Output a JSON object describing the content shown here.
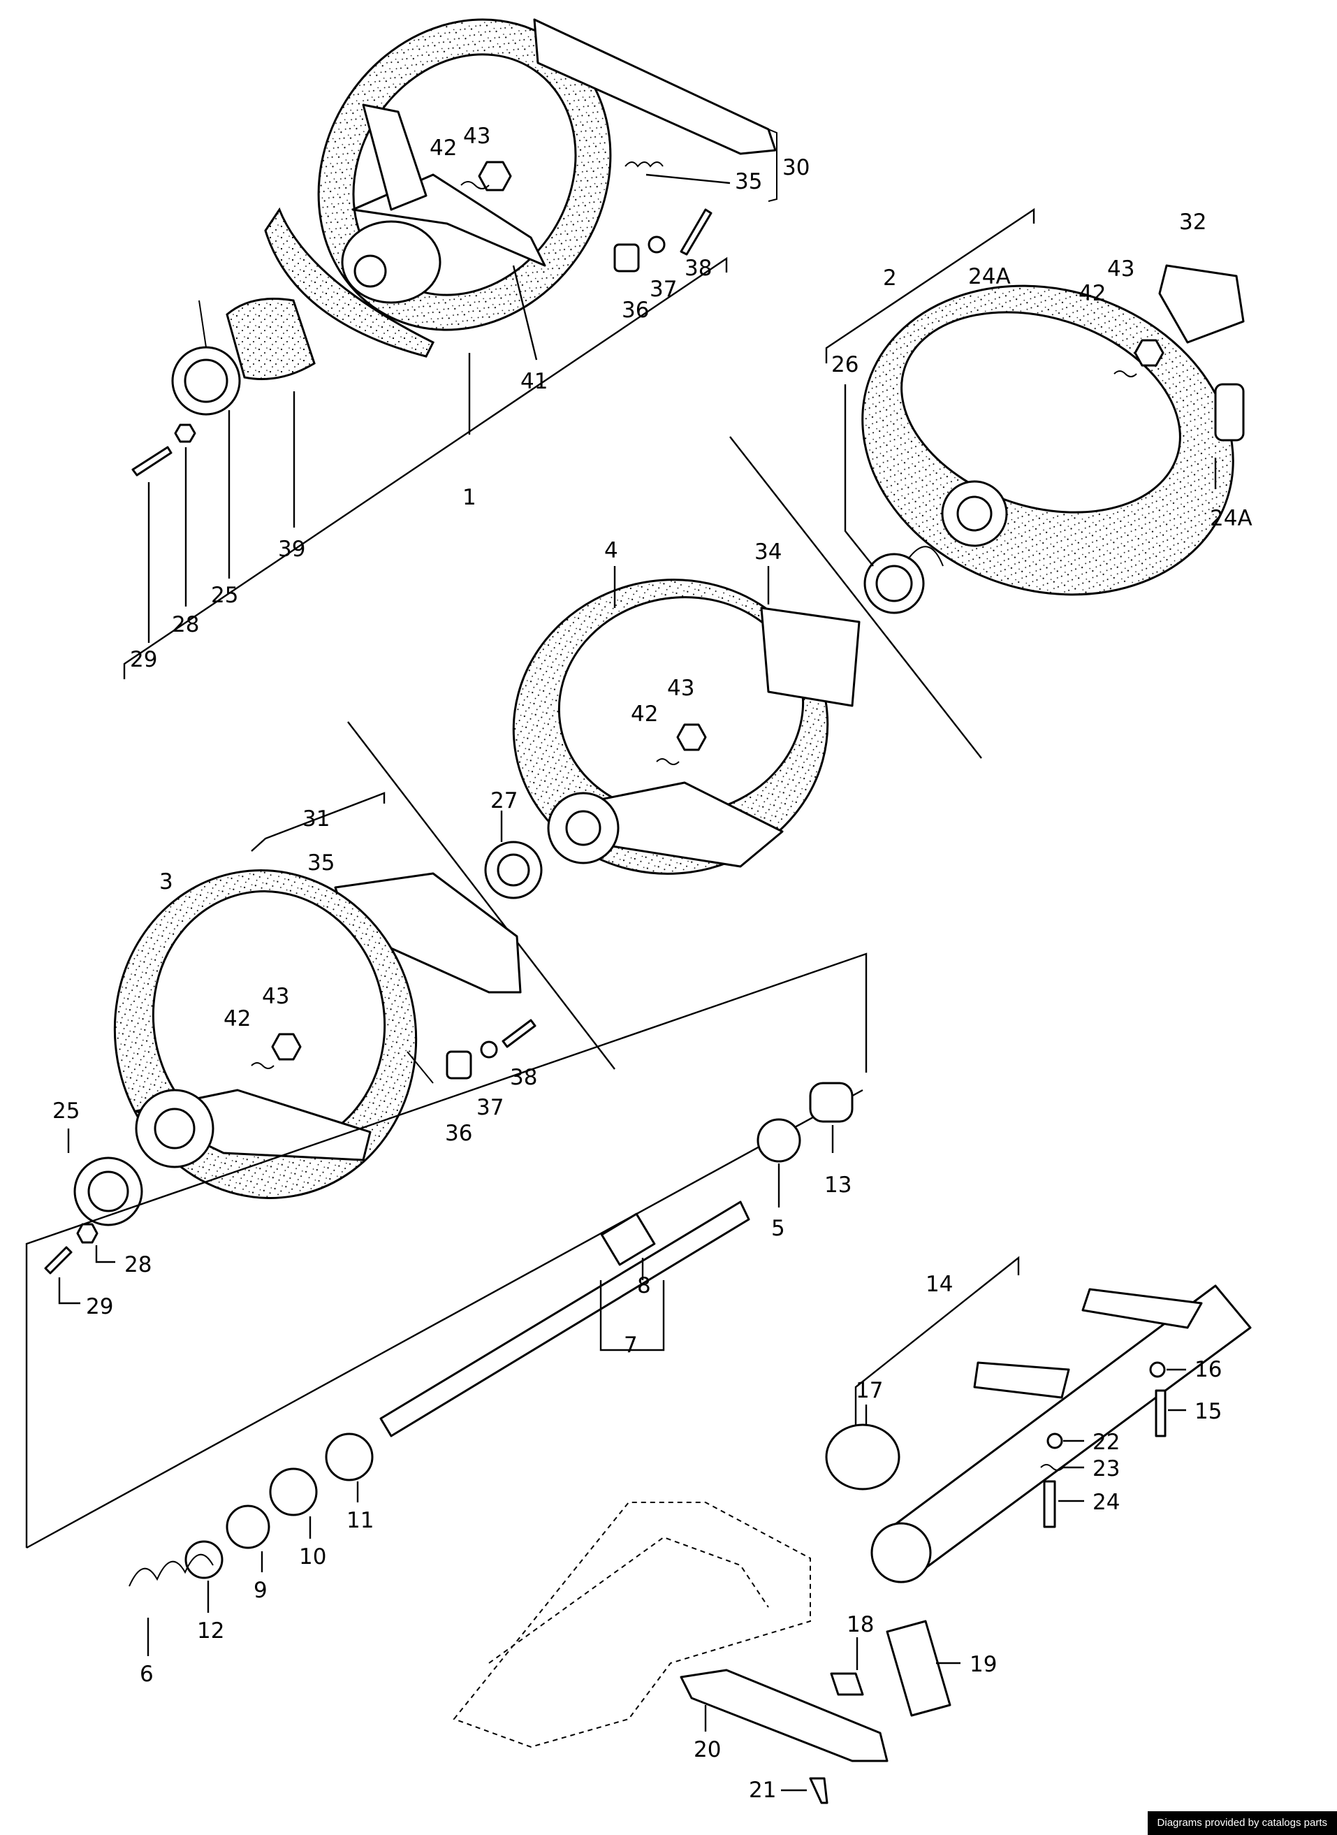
{
  "callouts": {
    "c1": "1",
    "c2": "2",
    "c3": "3",
    "c4": "4",
    "c5": "5",
    "c6": "6",
    "c7": "7",
    "c8": "8",
    "c9": "9",
    "c10": "10",
    "c11": "11",
    "c12": "12",
    "c13": "13",
    "c14": "14",
    "c15": "15",
    "c16": "16",
    "c17": "17",
    "c18": "18",
    "c19": "19",
    "c20": "20",
    "c21": "21",
    "c22": "22",
    "c23": "23",
    "c24": "24",
    "c24a_top": "24A",
    "c24a_side": "24A",
    "c25_top": "25",
    "c25_left": "25",
    "c26": "26",
    "c27": "27",
    "c28_top": "28",
    "c28_left": "28",
    "c29_top": "29",
    "c29_left": "29",
    "c30": "30",
    "c31": "31",
    "c32": "32",
    "c34": "34",
    "c35_top": "35",
    "c35_mid": "35",
    "c36_top": "36",
    "c36_mid": "36",
    "c37_top": "37",
    "c37_mid": "37",
    "c38_top": "38",
    "c38_mid": "38",
    "c39": "39",
    "c41": "41",
    "c42_top": "42",
    "c42_right": "42",
    "c42_center": "42",
    "c42_left": "42",
    "c43_top": "43",
    "c43_right": "43",
    "c43_center": "43",
    "c43_left": "43"
  },
  "footer": {
    "credit": "Diagrams provided by catalogs parts"
  }
}
